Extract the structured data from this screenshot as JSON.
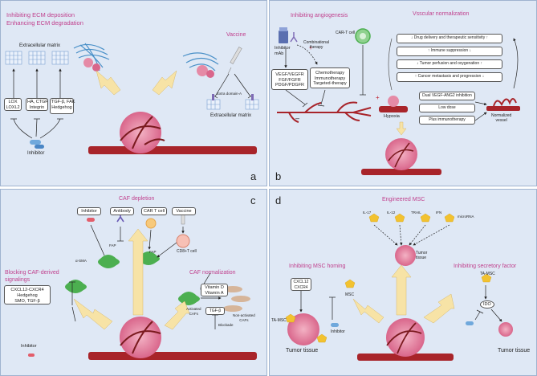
{
  "panel_a": {
    "title_line1": "Inhibiting ECM deposition",
    "title_line2": "Enhancing ECM degradation",
    "ecm_label": "Extracellular matrix",
    "box1": "LOX\nLOXL2",
    "box2": "HA, CTGF\nIntegrin",
    "box3": "TGF-β, FAK\nHedgehog",
    "inhibitor_label": "Inhibitor",
    "vaccine_title": "Vaccine",
    "extra_domain": "Extra domain-A",
    "ecm_label_right": "Extracellular matrix",
    "letter": "a"
  },
  "panel_b": {
    "angio_title": "Inhibiting angiogenesis",
    "norm_title": "Vsscular normalization",
    "inhibitor_mab": "Inhibitor\nmAb",
    "combinational": "Combinational\ntherapy",
    "car_t": "CAR-T cell",
    "vegf_box": "VEGF/VEGFR\nFGF/FGFR\nPDGF/PDGFR",
    "chemo_box": "Chemotherapy\nImmunotherapy\nTargeted-therapy",
    "hypoxia": "Hypoxia",
    "effects": [
      "↓ Drug delivery and therapeutic sensitivity ↑",
      "↑ Immune suppression ↓",
      "↓ Tumor perfusion and oxygenation ↑",
      "↑ Cancer metastasis and progression ↓"
    ],
    "options": [
      "Dual VEGF-ANG2 inhibition",
      "Low dose",
      "Plus immunotherapy"
    ],
    "normalized": "Normalized\nvessel",
    "letter": "b"
  },
  "panel_c": {
    "depletion_title": "CAF depletion",
    "inhibitor": "Inhibitor",
    "antibody": "Antibody",
    "car_t": "CAR  T cell",
    "vaccine": "Vaccine",
    "fap1": "FAP",
    "fap2": "FAP",
    "asma": "α-SMA",
    "cd8": "CD8+T cell",
    "blocking_title_1": "Blocking CAF-derived",
    "blocking_title_2": "signalings",
    "signal_box": "CXCL12-CXCR4\nHedgehog\nSMO, TGF-β",
    "inhibitor_bottom": "Inhibitor",
    "normalization_title": "CAF normalization",
    "vitamin_box": "Vitamin D\nVitamin A",
    "activated": "Activated\nCAFs",
    "tgfb": "TGF-β",
    "blockade": "Blockade",
    "non_activated": "Non-activated\nCAFs",
    "letter": "c"
  },
  "panel_d": {
    "engineered_title": "Engineered MSC",
    "factors": [
      "IL-17",
      "IL-12",
      "TRAIL",
      "IFN",
      "microRNA"
    ],
    "tumor_tissue_top": "Tumor\ntissue",
    "homing_title": "Inhibiting MSC homing",
    "homing_box": "CXCL12\nCXCR4",
    "msc": "MSC",
    "ta_msc_left": "TA-MSC",
    "inhibitor": "Inhibitor",
    "tumor_tissue_left": "Tumor tissue",
    "secretory_title": "Inhibiting secretory factor",
    "ta_msc_right": "TA-MSC",
    "ido": "IDO",
    "tumor_tissue_right": "Tumor tissue",
    "letter": "d"
  },
  "colors": {
    "panel_bg": "#dfe8f5",
    "title_pink": "#c0408d",
    "arrow_fill": "#f7e3a6",
    "vessel_red": "#a8242a",
    "tumor_pink": "#e58aa6",
    "caf_green": "#4caf50",
    "msc_yellow": "#f2c230"
  }
}
